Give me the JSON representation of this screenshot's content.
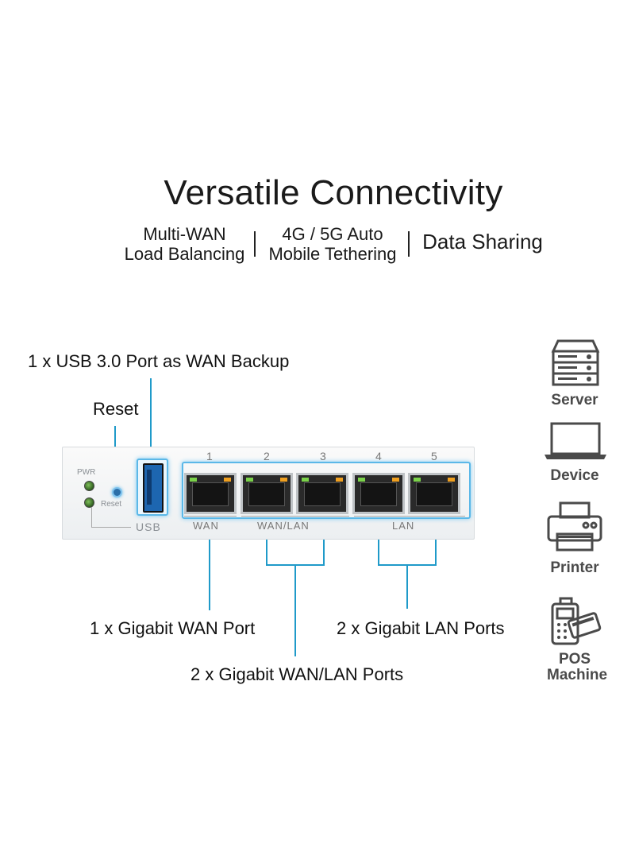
{
  "header": {
    "title": "Versatile Connectivity",
    "features": [
      {
        "line1": "Multi-WAN",
        "line2": "Load Balancing"
      },
      {
        "line1": "4G / 5G Auto",
        "line2": "Mobile Tethering"
      },
      {
        "line1": "Data Sharing",
        "line2": ""
      }
    ]
  },
  "callouts": {
    "usb": "1 x USB 3.0 Port as WAN Backup",
    "reset": "Reset",
    "wan": "1 x Gigabit WAN Port",
    "lan": "2 x Gigabit LAN Ports",
    "wanlan": "2 x Gigabit WAN/LAN Ports"
  },
  "device": {
    "pwr": "PWR",
    "reset": "Reset",
    "usb": "USB",
    "port_numbers": [
      "1",
      "2",
      "3",
      "4",
      "5"
    ],
    "groups": [
      "WAN",
      "WAN/LAN",
      "LAN"
    ]
  },
  "clients": [
    {
      "icon": "server-icon",
      "label": "Server"
    },
    {
      "icon": "laptop-icon",
      "label": "Device"
    },
    {
      "icon": "printer-icon",
      "label": "Printer"
    },
    {
      "icon": "pos-terminal-icon",
      "label": "POS Machine"
    }
  ],
  "colors": {
    "accent": "#1f9ac9",
    "port_glow": "#5bb8e8",
    "icon_gray": "#4a4a4a"
  }
}
